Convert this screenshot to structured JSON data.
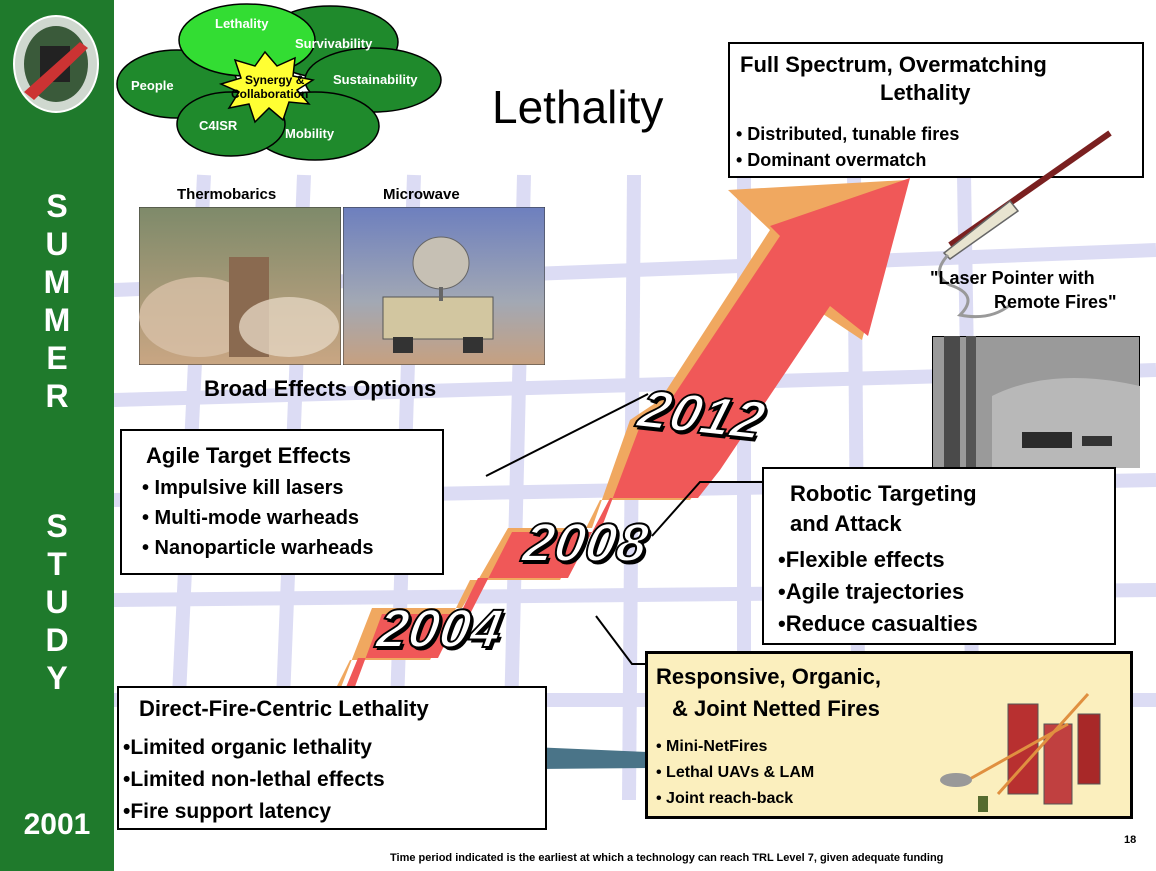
{
  "side_letters": [
    "S",
    "U",
    "M",
    "M",
    "E",
    "R",
    "",
    "S",
    "T",
    "U",
    "D",
    "Y"
  ],
  "side_year": "2001",
  "bubbles": {
    "lethality": "Lethality",
    "survivability": "Survivability",
    "people": "People",
    "sustainability": "Sustainability",
    "c4isr": "C4ISR",
    "mobility": "Mobility",
    "center_line1": "Synergy &",
    "center_line2": "Collaboration"
  },
  "title": "Lethality",
  "full_spectrum": {
    "heading_line1": "Full Spectrum, Overmatching",
    "heading_line2": "Lethality",
    "items": [
      "• Distributed, tunable fires",
      "• Dominant overmatch"
    ]
  },
  "images": {
    "thermobarics_label": "Thermobarics",
    "microwave_label": "Microwave"
  },
  "broad_effects": "Broad Effects Options",
  "laser_pointer_line1": "\"Laser Pointer with",
  "laser_pointer_line2": "Remote Fires\"",
  "years": [
    "2004",
    "2008",
    "2012"
  ],
  "agile": {
    "heading": "Agile Target Effects",
    "items": [
      "• Impulsive kill lasers",
      "• Multi-mode warheads",
      "• Nanoparticle warheads"
    ]
  },
  "robotic": {
    "heading_line1": "Robotic Targeting",
    "heading_line2": "and Attack",
    "items": [
      "•Flexible effects",
      "•Agile trajectories",
      "•Reduce casualties"
    ]
  },
  "responsive": {
    "heading_line1": "Responsive, Organic,",
    "heading_line2": "& Joint Netted Fires",
    "items": [
      "• Mini-NetFires",
      "• Lethal UAVs & LAM",
      "• Joint reach-back"
    ]
  },
  "direct": {
    "heading": "Direct-Fire-Centric Lethality",
    "items": [
      "•Limited organic lethality",
      "•Limited non-lethal effects",
      "•Fire support latency"
    ]
  },
  "page_number": "18",
  "footer": "Time period indicated is the earliest at which a technology can reach TRL Level 7, given adequate funding",
  "colors": {
    "sidebar": "#1f7a2c",
    "arrow": "#f05858",
    "arrow_shadow": "#f0a860",
    "grid": "#dcdcf4",
    "responsive_box": "#fbefbe"
  }
}
